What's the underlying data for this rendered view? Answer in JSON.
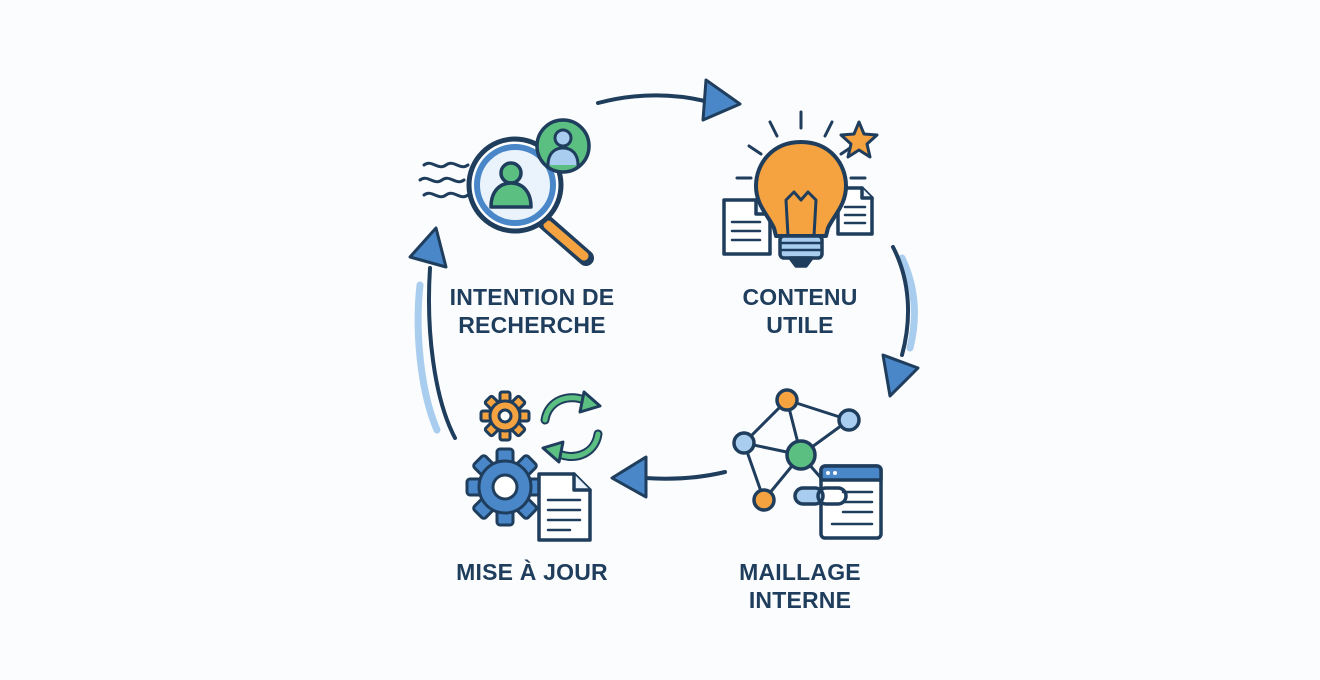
{
  "steps": {
    "intent": {
      "line1": "INTENTION DE",
      "line2": "RECHERCHE"
    },
    "content": {
      "line1": "CONTENU",
      "line2": "UTILE"
    },
    "linking": {
      "line1": "MAILLAGE",
      "line2": "INTERNE"
    },
    "update": {
      "line1": "MISE À JOUR"
    }
  },
  "colors": {
    "navy": "#1f3d5c",
    "blue": "#4a87c9",
    "light_blue": "#a9cdee",
    "green": "#5bbf82",
    "orange": "#f4a340",
    "background": "#fbfcfd"
  },
  "icons": {
    "intent": [
      "magnifier-icon",
      "user-icon",
      "wave-lines-icon"
    ],
    "content": [
      "lightbulb-icon",
      "star-icon",
      "document-icon"
    ],
    "linking": [
      "network-nodes-icon",
      "link-icon",
      "browser-window-icon"
    ],
    "update": [
      "gear-icon",
      "refresh-arrows-icon",
      "document-icon"
    ]
  }
}
